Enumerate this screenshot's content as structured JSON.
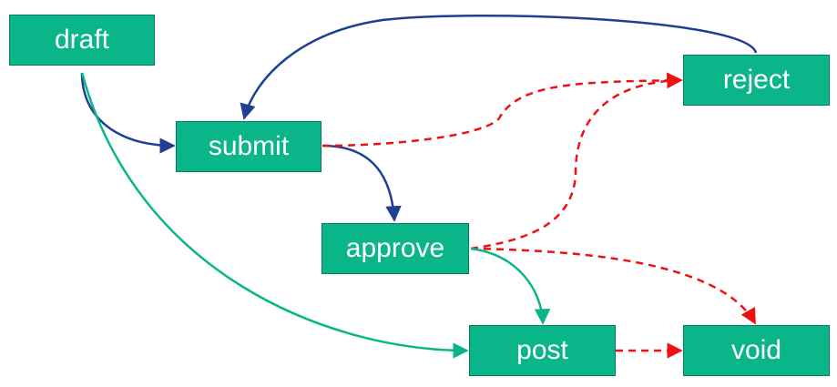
{
  "diagram": {
    "nodes": {
      "draft": "draft",
      "submit": "submit",
      "approve": "approve",
      "reject": "reject",
      "post": "post",
      "void": "void"
    },
    "edges": [
      {
        "from": "draft",
        "to": "submit",
        "style": "solid",
        "color": "#1f3f93"
      },
      {
        "from": "draft",
        "to": "post",
        "style": "solid",
        "color": "#0bb58a"
      },
      {
        "from": "reject",
        "to": "submit",
        "style": "solid",
        "color": "#1f3f93"
      },
      {
        "from": "submit",
        "to": "approve",
        "style": "solid",
        "color": "#1f3f93"
      },
      {
        "from": "submit",
        "to": "reject",
        "style": "dashed",
        "color": "#ee1111"
      },
      {
        "from": "approve",
        "to": "reject",
        "style": "dashed",
        "color": "#ee1111"
      },
      {
        "from": "approve",
        "to": "void",
        "style": "dashed",
        "color": "#ee1111"
      },
      {
        "from": "approve",
        "to": "post",
        "style": "solid",
        "color": "#0bb58a"
      },
      {
        "from": "post",
        "to": "void",
        "style": "dashed",
        "color": "#ee1111"
      }
    ],
    "colors": {
      "node_fill": "#0bb58a",
      "node_text": "#ffffff",
      "blue_edge": "#1f3f93",
      "green_edge": "#0bb58a",
      "red_dashed_edge": "#ee1111"
    }
  }
}
